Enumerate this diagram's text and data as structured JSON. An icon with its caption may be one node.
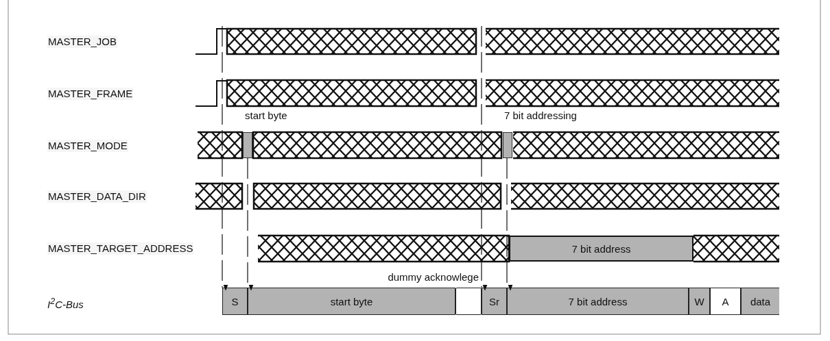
{
  "diagram": {
    "nodes": [
      {
        "text": [],
        "shape": "bar",
        "beside": [
          "start byte"
        ]
      },
      {
        "text": [],
        "shape": "bar",
        "beside": [
          "7 bit addressing"
        ]
      },
      {
        "text": [
          "7 bit address"
        ]
      },
      {
        "text": [
          "S"
        ]
      },
      {
        "text": [
          "start byte"
        ]
      },
      {
        "text": [],
        "shape": "box",
        "beside": [
          "dummy acknowlege"
        ]
      },
      {
        "text": [
          "Sr"
        ]
      },
      {
        "text": [
          "7 bit address"
        ]
      },
      {
        "text": [
          "W"
        ]
      },
      {
        "text": [
          "A"
        ]
      },
      {
        "text": [
          "data"
        ]
      }
    ],
    "edges": [
      {
        "from": null,
        "to": 3,
        "arrow": "to",
        "style": "dashed"
      },
      {
        "from": 0,
        "to": 4,
        "arrow": "to",
        "style": "dashed"
      },
      {
        "from": null,
        "to": 6,
        "arrow": "to",
        "style": "dashed"
      },
      {
        "from": 1,
        "to": 7,
        "arrow": "to",
        "style": "dashed"
      }
    ],
    "labels": [
      "MASTER_JOB",
      "MASTER_FRAME",
      "MASTER_MODE",
      "MASTER_DATA_DIR",
      "MASTER_TARGET_ADDRESS",
      "I$^{2}$C-Bus"
    ]
  }
}
